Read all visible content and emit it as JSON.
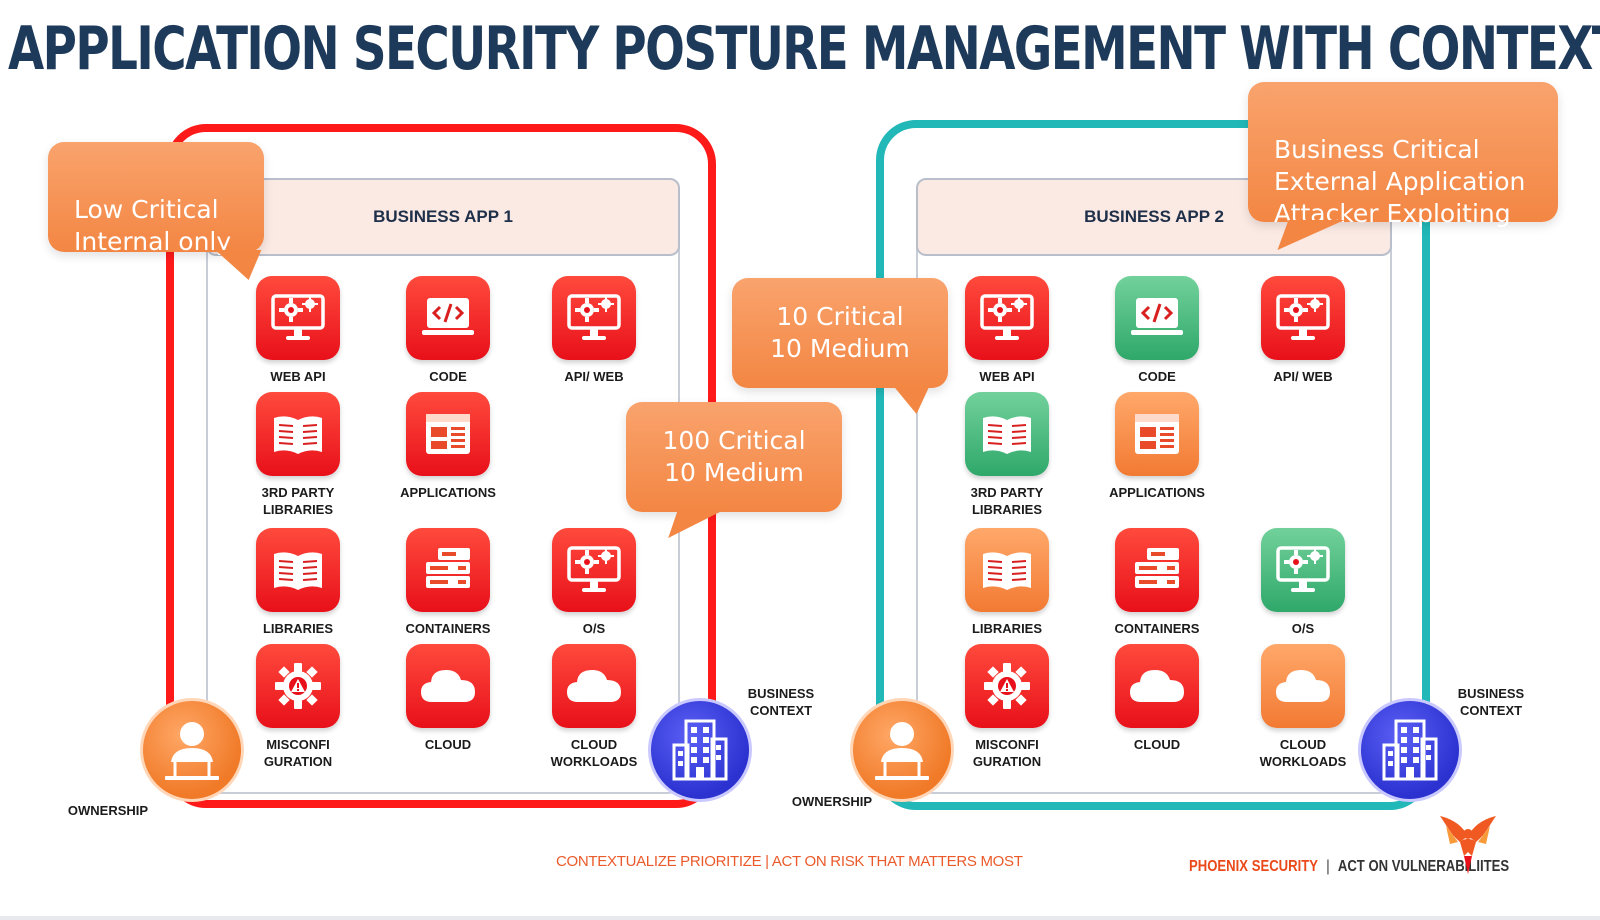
{
  "title": "APPLICATION SECURITY POSTURE MANAGEMENT WITH CONTEXT",
  "apps": [
    {
      "name": "BUSINESS APP 1",
      "frame_color": "#ff1a1a",
      "tiles": [
        {
          "label": "WEB API",
          "icon": "gear-monitor-icon",
          "color": "red"
        },
        {
          "label": "CODE",
          "icon": "code-laptop-icon",
          "color": "red"
        },
        {
          "label": "API/ WEB",
          "icon": "gear-monitor-icon",
          "color": "red"
        },
        {
          "label": "3RD PARTY\nLIBRARIES",
          "icon": "book-icon",
          "color": "red"
        },
        {
          "label": "APPLICATIONS",
          "icon": "application-window-icon",
          "color": "red"
        },
        {
          "label": "LIBRARIES",
          "icon": "book-icon",
          "color": "red"
        },
        {
          "label": "CONTAINERS",
          "icon": "server-stack-icon",
          "color": "red"
        },
        {
          "label": "O/S",
          "icon": "gear-monitor-icon",
          "color": "red"
        },
        {
          "label": "MISCONFI\nGURATION",
          "icon": "gear-warning-icon",
          "color": "red"
        },
        {
          "label": "CLOUD",
          "icon": "cloud-icon",
          "color": "red"
        },
        {
          "label": "CLOUD\nWORKLOADS",
          "icon": "cloud-icon",
          "color": "red"
        }
      ],
      "ownership_label": "OWNERSHIP",
      "context_label": "BUSINESS\nCONTEXT"
    },
    {
      "name": "BUSINESS APP 2",
      "frame_color": "#22b8b8",
      "tiles": [
        {
          "label": "WEB API",
          "icon": "gear-monitor-icon",
          "color": "red"
        },
        {
          "label": "CODE",
          "icon": "code-laptop-icon",
          "color": "green"
        },
        {
          "label": "API/ WEB",
          "icon": "gear-monitor-icon",
          "color": "red"
        },
        {
          "label": "3RD PARTY\nLIBRARIES",
          "icon": "book-icon",
          "color": "green"
        },
        {
          "label": "APPLICATIONS",
          "icon": "application-window-icon",
          "color": "orange"
        },
        {
          "label": "LIBRARIES",
          "icon": "book-icon",
          "color": "orange"
        },
        {
          "label": "CONTAINERS",
          "icon": "server-stack-icon",
          "color": "red"
        },
        {
          "label": "O/S",
          "icon": "gear-monitor-icon",
          "color": "green"
        },
        {
          "label": "MISCONFI\nGURATION",
          "icon": "gear-warning-icon",
          "color": "red"
        },
        {
          "label": "CLOUD",
          "icon": "cloud-icon",
          "color": "red"
        },
        {
          "label": "CLOUD\nWORKLOADS",
          "icon": "cloud-icon",
          "color": "orange"
        }
      ],
      "ownership_label": "OWNERSHIP",
      "context_label": "BUSINESS\nCONTEXT"
    }
  ],
  "callouts": {
    "low_critical": "Low Critical\nInternal only",
    "business_critical": "Business Critical\nExternal Application\nAttacker Exploiting",
    "ten_critical": "10 Critical\n10 Medium",
    "hundred_critical": "100 Critical\n10 Medium"
  },
  "footer": {
    "tagline": "CONTEXTUALIZE PRIORITIZE |  ACT ON RISK THAT MATTERS MOST",
    "brand_name": "PHOENIX SECURITY",
    "separator": "|",
    "brand_tagline": "ACT ON VULNERABILIITES",
    "logo_icon": "phoenix-logo-icon"
  },
  "colors": {
    "title": "#1e3a5a",
    "critical_red": "#e8101a",
    "safe_green": "#2fa86a",
    "medium_orange": "#f27a33",
    "callout_orange": "#f38643",
    "ownership_orange": "#f07a28",
    "context_blue": "#2b32d0"
  }
}
